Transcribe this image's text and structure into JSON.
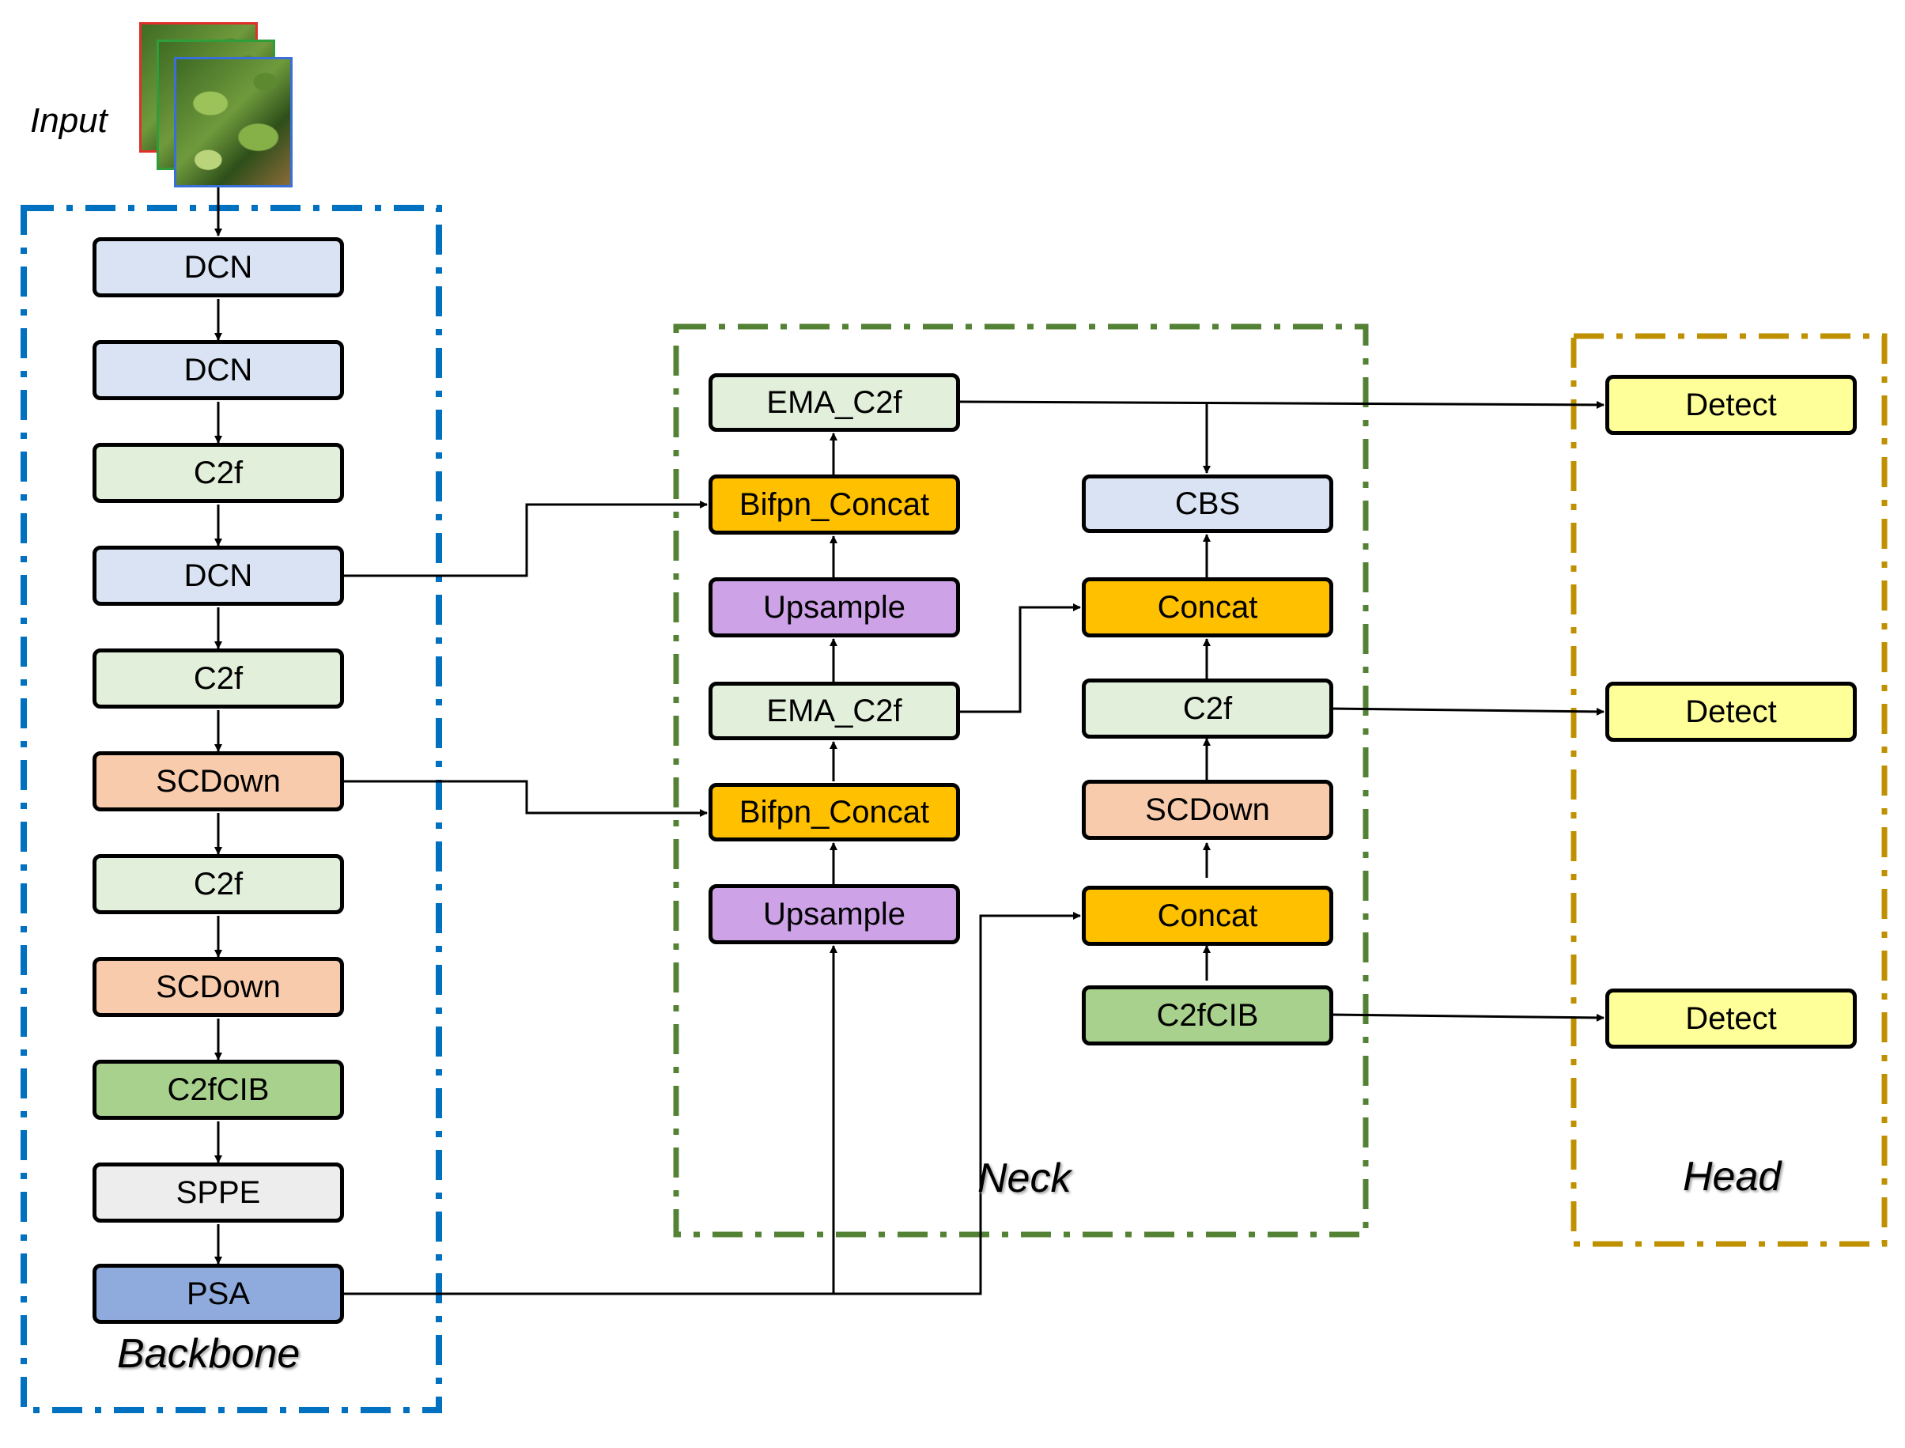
{
  "input": {
    "label": "Input"
  },
  "backbone": {
    "label": "Backbone",
    "blocks": [
      "DCN",
      "DCN",
      "C2f",
      "DCN",
      "C2f",
      "SCDown",
      "C2f",
      "SCDown",
      "C2fCIB",
      "SPPE",
      "PSA"
    ]
  },
  "neck": {
    "label": "Neck",
    "left_column": [
      "EMA_C2f",
      "Bifpn_Concat",
      "Upsample",
      "EMA_C2f",
      "Bifpn_Concat",
      "Upsample"
    ],
    "right_column": [
      "CBS",
      "Concat",
      "C2f",
      "SCDown",
      "Concat",
      "C2fCIB"
    ]
  },
  "head": {
    "label": "Head",
    "detect": [
      "Detect",
      "Detect",
      "Detect"
    ]
  },
  "colors": {
    "backbone_border": "#0070c0",
    "neck_border": "#548235",
    "head_border": "#bf9000",
    "dcn": "#dae3f3",
    "c2f": "#e2efda",
    "scdown": "#f8cbad",
    "c2fcib": "#a9d18e",
    "sppe": "#ededed",
    "psa": "#8faadc",
    "bifpn_concat": "#ffc000",
    "upsample": "#cda2e6",
    "detect": "#ffff99"
  }
}
